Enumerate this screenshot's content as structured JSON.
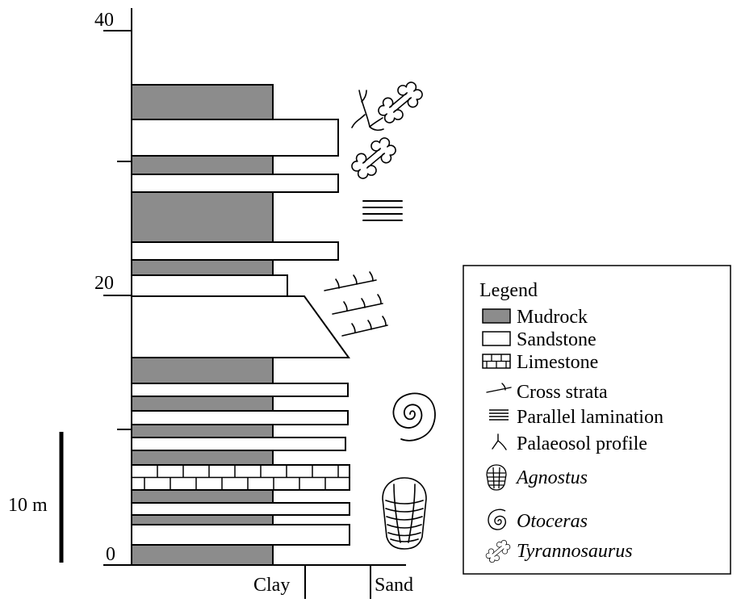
{
  "depth_axis": {
    "tick_labels": [
      "40",
      "20",
      "0"
    ]
  },
  "scale_bar": {
    "label": "10 m"
  },
  "grain_size_axis": {
    "left_label": "Clay",
    "right_label": "Sand"
  },
  "legend": {
    "title": "Legend",
    "items": [
      {
        "label": "Mudrock",
        "icon": "mudrock-swatch-icon",
        "color": "#8c8c8c"
      },
      {
        "label": "Sandstone",
        "icon": "sandstone-swatch-icon",
        "color": "#ffffff"
      },
      {
        "label": "Limestone",
        "icon": "limestone-swatch-icon"
      },
      {
        "label": "Cross strata",
        "icon": "cross-strata-icon"
      },
      {
        "label": "Parallel lamination",
        "icon": "parallel-lamination-icon"
      },
      {
        "label": "Palaeosol profile",
        "icon": "palaeosol-icon"
      },
      {
        "label": "Agnostus",
        "icon": "trilobite-icon",
        "italic": true
      },
      {
        "label": "Otoceras",
        "icon": "ammonite-icon",
        "italic": true
      },
      {
        "label": "Tyrannosaurus",
        "icon": "bone-icon",
        "italic": true
      }
    ]
  },
  "colors": {
    "mudrock": "#8c8c8c",
    "line": "#000000",
    "background": "#ffffff"
  }
}
